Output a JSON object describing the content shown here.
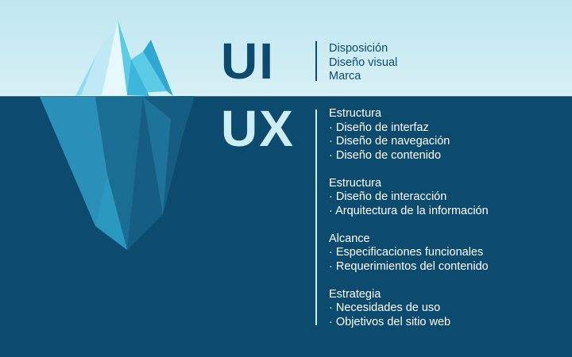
{
  "ui": {
    "title": "UI",
    "items": [
      "Disposición",
      "Diseño visual",
      "Marca"
    ]
  },
  "ux": {
    "title": "UX",
    "groups": [
      {
        "heading": "Estructura",
        "items": [
          "Diseño de interfaz",
          "Diseño de navegación",
          "Diseño de contenido"
        ]
      },
      {
        "heading": "Estructura",
        "items": [
          "Diseño de interacción",
          "Arquitectura de la información"
        ]
      },
      {
        "heading": "Alcance",
        "items": [
          "Especificaciones funcionales",
          "Requerimientos del contenido"
        ]
      },
      {
        "heading": "Estrategia",
        "items": [
          "Necesidades de uso",
          "Objetivos del sitio web"
        ]
      }
    ]
  },
  "colors": {
    "sky": "#cfeef5",
    "sea": "#0c4a6e",
    "ui_text": "#0c4a6e",
    "ux_title": "#cdeef5",
    "ux_text": "#ffffff",
    "ice_light": "#7fd6ec",
    "ice_dark": "#1e7fa6"
  },
  "icons": [
    "iceberg-illustration"
  ]
}
